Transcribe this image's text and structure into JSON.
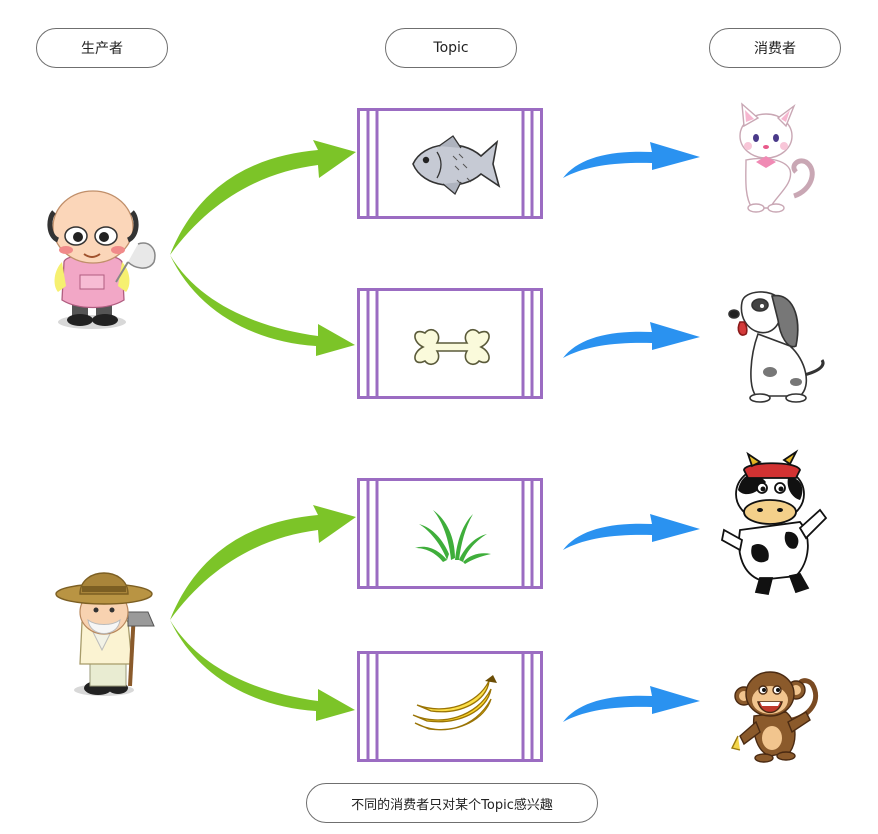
{
  "headers": {
    "producer": "生产者",
    "topic": "Topic",
    "consumer": "消费者"
  },
  "caption": "不同的消费者只对某个Topic感兴趣",
  "producers": [
    {
      "icon": "old-man-producer-icon"
    },
    {
      "icon": "farmer-producer-icon"
    }
  ],
  "topics": [
    {
      "icon": "fish-icon"
    },
    {
      "icon": "bone-icon"
    },
    {
      "icon": "grass-icon"
    },
    {
      "icon": "banana-icon"
    }
  ],
  "consumers": [
    {
      "icon": "cat-consumer-icon"
    },
    {
      "icon": "dog-consumer-icon"
    },
    {
      "icon": "cow-consumer-icon"
    },
    {
      "icon": "monkey-consumer-icon"
    }
  ],
  "colors": {
    "topic_border": "#9b6cc2",
    "producer_arrow": "#7cc428",
    "consumer_arrow": "#2a92f0"
  }
}
